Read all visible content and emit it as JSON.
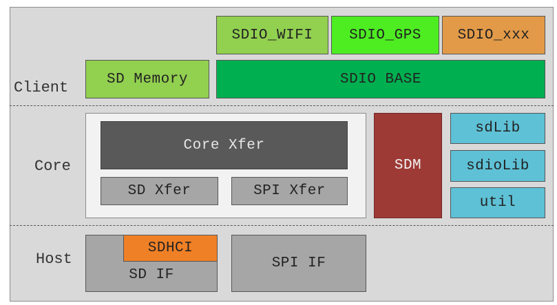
{
  "layers": {
    "client": "Client",
    "core": "Core",
    "host": "Host"
  },
  "client": {
    "sdio_wifi": "SDIO_WIFI",
    "sdio_gps": "SDIO_GPS",
    "sdio_xxx": "SDIO_xxx",
    "sd_memory": "SD Memory",
    "sdio_base": "SDIO BASE"
  },
  "core": {
    "core_xfer": "Core Xfer",
    "sd_xfer": "SD Xfer",
    "spi_xfer": "SPI Xfer",
    "sdm": "SDM",
    "sdlib": "sdLib",
    "sdiolib": "sdioLib",
    "util": "util"
  },
  "host": {
    "sdhci": "SDHCI",
    "sd_if": "SD IF",
    "spi_if": "SPI IF"
  },
  "colors": {
    "frame": "#d9d9d9",
    "light_green": "#92d050",
    "bright_green": "#4ded22",
    "orange_tan": "#e29a48",
    "dark_green": "#00b050",
    "dark_gray": "#595959",
    "mid_gray": "#a6a6a6",
    "panel": "#f2f2f2",
    "sdm_red": "#9e3a36",
    "cyan": "#5ec1d6",
    "sdhci_orange": "#f08026"
  }
}
